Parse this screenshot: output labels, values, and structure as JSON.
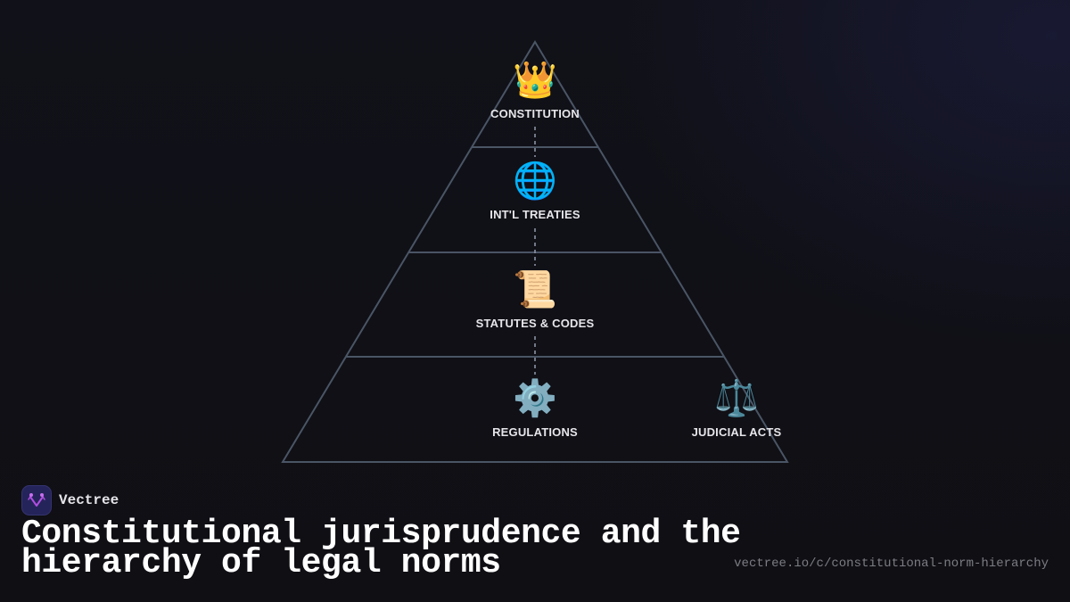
{
  "diagram": {
    "type": "pyramid",
    "tiers": [
      {
        "label": "CONSTITUTION",
        "icon": "👑",
        "icon_name": "crown-icon"
      },
      {
        "label": "INT'L TREATIES",
        "icon": "🌐",
        "icon_name": "globe-icon"
      },
      {
        "label": "STATUTES & CODES",
        "icon": "📜",
        "icon_name": "scroll-icon"
      },
      {
        "label": "REGULATIONS",
        "icon": "⚙️",
        "icon_name": "gear-icon"
      },
      {
        "label": "JUDICIAL ACTS",
        "icon": "⚖️",
        "icon_name": "scales-icon"
      }
    ],
    "colors": {
      "outline": "#4a5565",
      "connector": "#8a93a3",
      "label": "#e6e6ea"
    }
  },
  "brand": {
    "name": "Vectree",
    "accent": "#b04ee0"
  },
  "title": "Constitutional jurisprudence and the hierarchy of legal norms",
  "url": "vectree.io/c/constitutional-norm-hierarchy"
}
